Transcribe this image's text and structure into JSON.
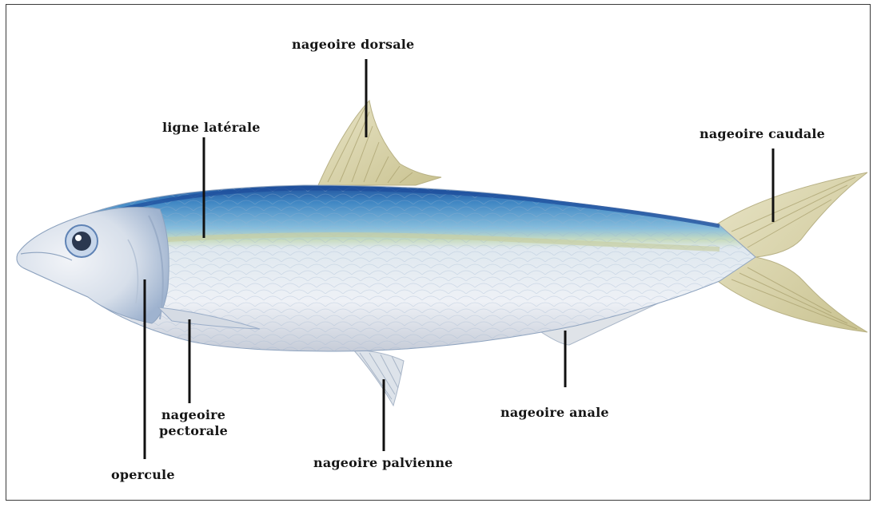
{
  "labels": {
    "dorsal": "nageoire dorsale",
    "lateral_line": "ligne latérale",
    "caudal": "nageoire caudale",
    "pectoral_line1": "nageoire",
    "pectoral_line2": "pectorale",
    "operculum": "opercule",
    "pelvic": "nageoire palvienne",
    "anal": "nageoire anale"
  },
  "colors": {
    "back": "#2f76b3",
    "belly": "#eef1f6",
    "fin": "#d8d3ad",
    "leader": "#111111"
  }
}
